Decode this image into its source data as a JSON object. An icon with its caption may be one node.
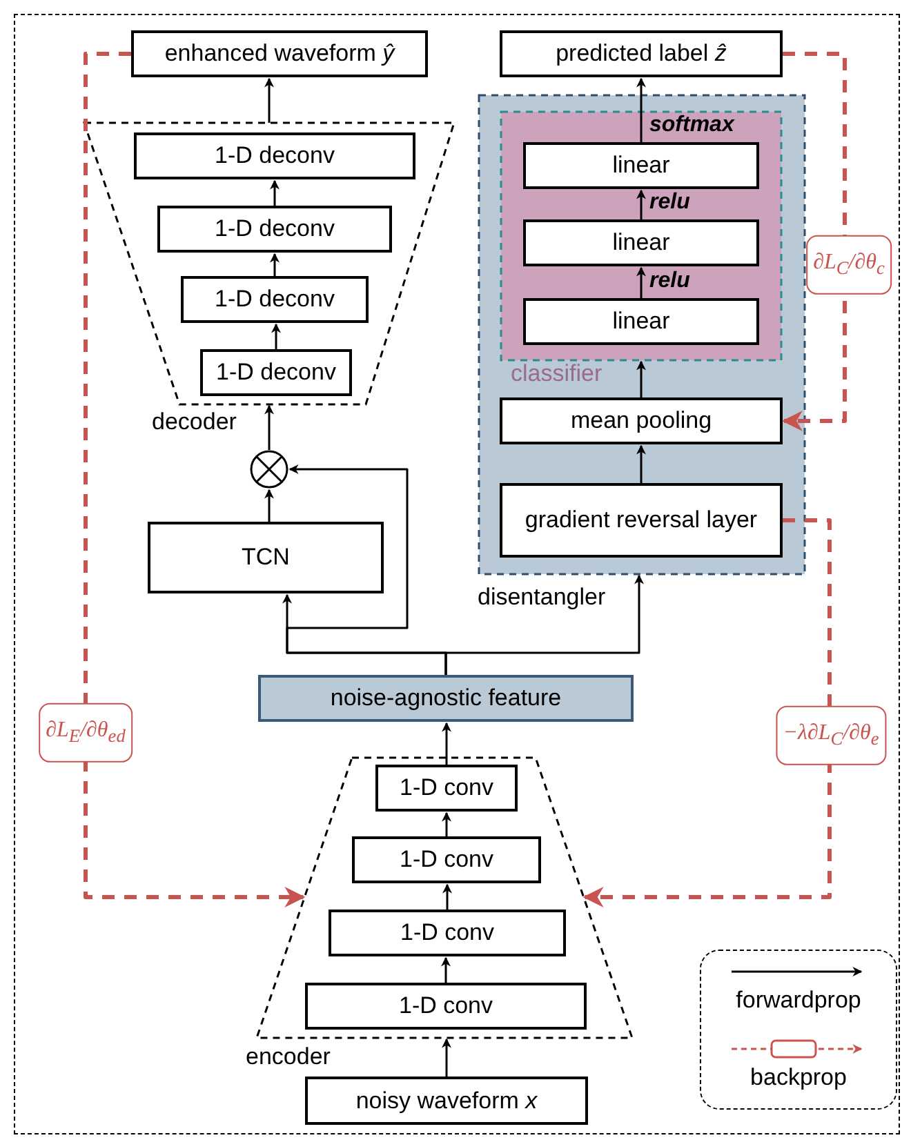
{
  "diagram": {
    "nodes": [
      {
        "text": [
          "enhanced waveform *ŷ*"
        ]
      },
      {
        "text": [
          "predicted label *ẑ*"
        ]
      },
      {
        "text": [
          "decoder"
        ]
      },
      {
        "text": [
          "1-D deconv"
        ],
        "in": 2
      },
      {
        "text": [
          "1-D deconv"
        ],
        "in": 2
      },
      {
        "text": [
          "1-D deconv"
        ],
        "in": 2
      },
      {
        "text": [
          "1-D deconv"
        ],
        "in": 2
      },
      {
        "text": [
          "disentangler"
        ]
      },
      {
        "text": [
          "classifier"
        ],
        "in": 7
      },
      {
        "text": [
          "linear"
        ],
        "in": 8
      },
      {
        "text": [
          "linear"
        ],
        "in": 8
      },
      {
        "text": [
          "linear"
        ],
        "in": 8
      },
      {
        "text": [
          "mean pooling"
        ],
        "in": 7
      },
      {
        "text": [
          "gradient reversal layer"
        ],
        "in": 7
      },
      {
        "text": [],
        "shape": "circle"
      },
      {
        "text": [
          "TCN"
        ]
      },
      {
        "text": [
          "noise-agnostic feature"
        ]
      },
      {
        "text": [
          "encoder"
        ]
      },
      {
        "text": [
          "1-D conv"
        ],
        "in": 17
      },
      {
        "text": [
          "1-D conv"
        ],
        "in": 17
      },
      {
        "text": [
          "1-D conv"
        ],
        "in": 17
      },
      {
        "text": [
          "1-D conv"
        ],
        "in": 17
      },
      {
        "text": [
          "noisy waveform *x*"
        ]
      }
    ],
    "edges": [
      {
        "from": 22,
        "to": 17,
        "arrow": "to"
      },
      {
        "from": 21,
        "to": 20,
        "arrow": "to"
      },
      {
        "from": 20,
        "to": 19,
        "arrow": "to"
      },
      {
        "from": 19,
        "to": 18,
        "arrow": "to"
      },
      {
        "from": 18,
        "to": 16,
        "arrow": "to"
      },
      {
        "from": 16,
        "to": 15,
        "arrow": "to"
      },
      {
        "from": 16,
        "to": 14,
        "arrow": "to"
      },
      {
        "from": 16,
        "to": 7,
        "arrow": "to"
      },
      {
        "from": 15,
        "to": 14,
        "arrow": "to"
      },
      {
        "from": 14,
        "to": 2,
        "arrow": "to"
      },
      {
        "from": 6,
        "to": 5,
        "arrow": "to"
      },
      {
        "from": 5,
        "to": 4,
        "arrow": "to"
      },
      {
        "from": 4,
        "to": 3,
        "arrow": "to"
      },
      {
        "from": 2,
        "to": 0,
        "arrow": "to"
      },
      {
        "from": 13,
        "to": 12,
        "arrow": "to"
      },
      {
        "from": 12,
        "to": 8,
        "arrow": "to"
      },
      {
        "from": 11,
        "to": 10,
        "arrow": "to",
        "label": "relu"
      },
      {
        "from": 10,
        "to": 9,
        "arrow": "to",
        "label": "relu"
      },
      {
        "from": 9,
        "to": 1,
        "arrow": "to",
        "label": "softmax"
      },
      {
        "from": 0,
        "to": 17,
        "arrow": "to",
        "label": "∂L$_{E}$/∂θ$_{ed}$",
        "style": "dashed",
        "color": "#c9534f"
      },
      {
        "from": 1,
        "to": 12,
        "arrow": "to",
        "label": "∂L$_{C}$/∂θ$_{c}$",
        "style": "dashed",
        "color": "#c9534f"
      },
      {
        "from": 13,
        "to": 17,
        "arrow": "to",
        "label": "−λ∂L$_{C}$/∂θ$_{e}$",
        "style": "dashed",
        "color": "#c9534f"
      }
    ],
    "legend": [
      {
        "text": "forwardprop"
      },
      {
        "text": "backprop"
      }
    ]
  }
}
